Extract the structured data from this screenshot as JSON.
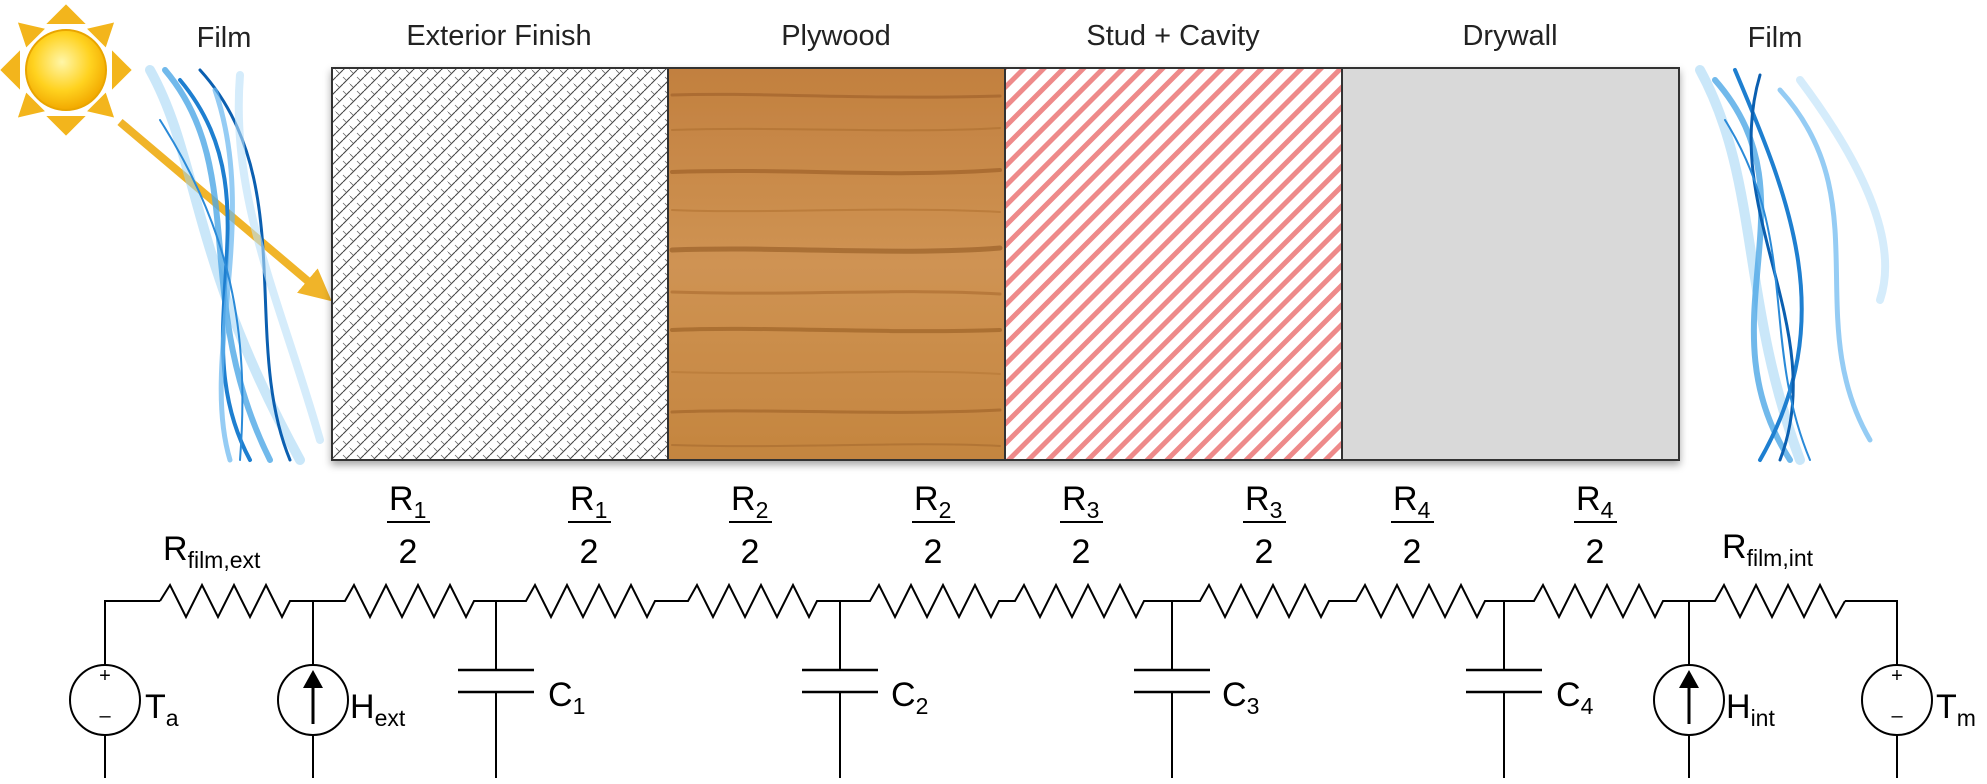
{
  "layers": {
    "film_left": "Film",
    "exterior_finish": "Exterior Finish",
    "plywood": "Plywood",
    "stud_cavity": "Stud + Cavity",
    "drywall": "Drywall",
    "film_right": "Film"
  },
  "circuit": {
    "r_film_ext": {
      "main": "R",
      "sub": "film,ext"
    },
    "r_film_int": {
      "main": "R",
      "sub": "film,int"
    },
    "resistors": [
      {
        "num": "R",
        "sub": "1",
        "den": "2"
      },
      {
        "num": "R",
        "sub": "1",
        "den": "2"
      },
      {
        "num": "R",
        "sub": "2",
        "den": "2"
      },
      {
        "num": "R",
        "sub": "2",
        "den": "2"
      },
      {
        "num": "R",
        "sub": "3",
        "den": "2"
      },
      {
        "num": "R",
        "sub": "3",
        "den": "2"
      },
      {
        "num": "R",
        "sub": "4",
        "den": "2"
      },
      {
        "num": "R",
        "sub": "4",
        "den": "2"
      }
    ],
    "capacitors": [
      {
        "main": "C",
        "sub": "1"
      },
      {
        "main": "C",
        "sub": "2"
      },
      {
        "main": "C",
        "sub": "3"
      },
      {
        "main": "C",
        "sub": "4"
      }
    ],
    "source_ta": {
      "main": "T",
      "sub": "a"
    },
    "source_tm": {
      "main": "T",
      "sub": "m"
    },
    "h_ext": {
      "main": "H",
      "sub": "ext"
    },
    "h_int": {
      "main": "H",
      "sub": "int"
    },
    "plus_sign": "+",
    "minus_sign": "–"
  },
  "colors": {
    "sun": "#f7c21b",
    "sun_ray": "#f3b51c",
    "arrow": "#f0b429",
    "film_blue": "#2b8fd6",
    "plywood": "#c98a4a",
    "stud_hatch": "#ee8a8a",
    "drywall": "#d9d9d9",
    "line": "#000000"
  },
  "icons": {
    "sun": "sun-icon",
    "film": "air-film-wave-icon",
    "solar_arrow": "solar-radiation-arrow-icon"
  }
}
